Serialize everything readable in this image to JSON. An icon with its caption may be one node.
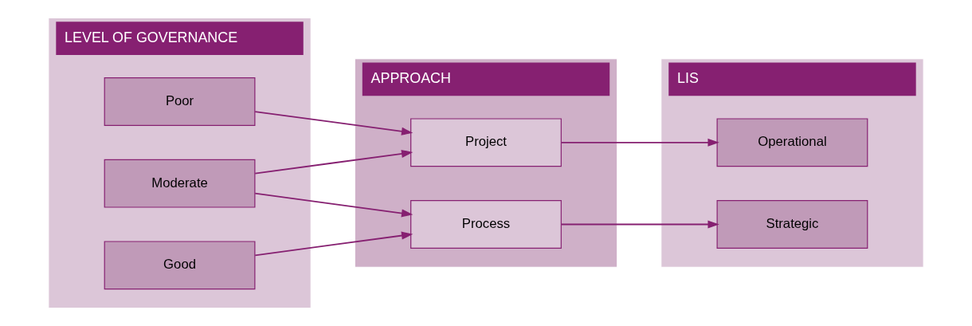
{
  "diagram": {
    "nodes": [
      {
        "text": [
          "LEVEL OF GOVERNANCE"
        ]
      },
      {
        "text": [
          "Poor"
        ],
        "in": 0
      },
      {
        "text": [
          "Moderate"
        ],
        "in": 0
      },
      {
        "text": [
          "Good"
        ],
        "in": 0
      },
      {
        "text": [
          "APPROACH"
        ]
      },
      {
        "text": [
          "Project"
        ],
        "in": 4
      },
      {
        "text": [
          "Process"
        ],
        "in": 4
      },
      {
        "text": [
          "LIS"
        ]
      },
      {
        "text": [
          "Operational"
        ],
        "in": 7
      },
      {
        "text": [
          "Strategic"
        ],
        "in": 7
      }
    ],
    "edges": [
      {
        "from": 1,
        "to": 5,
        "arrow": "to"
      },
      {
        "from": 2,
        "to": 5,
        "arrow": "to"
      },
      {
        "from": 2,
        "to": 6,
        "arrow": "to"
      },
      {
        "from": 3,
        "to": 6,
        "arrow": "to"
      },
      {
        "from": 5,
        "to": 8,
        "arrow": "to"
      },
      {
        "from": 6,
        "to": 9,
        "arrow": "to"
      }
    ]
  }
}
